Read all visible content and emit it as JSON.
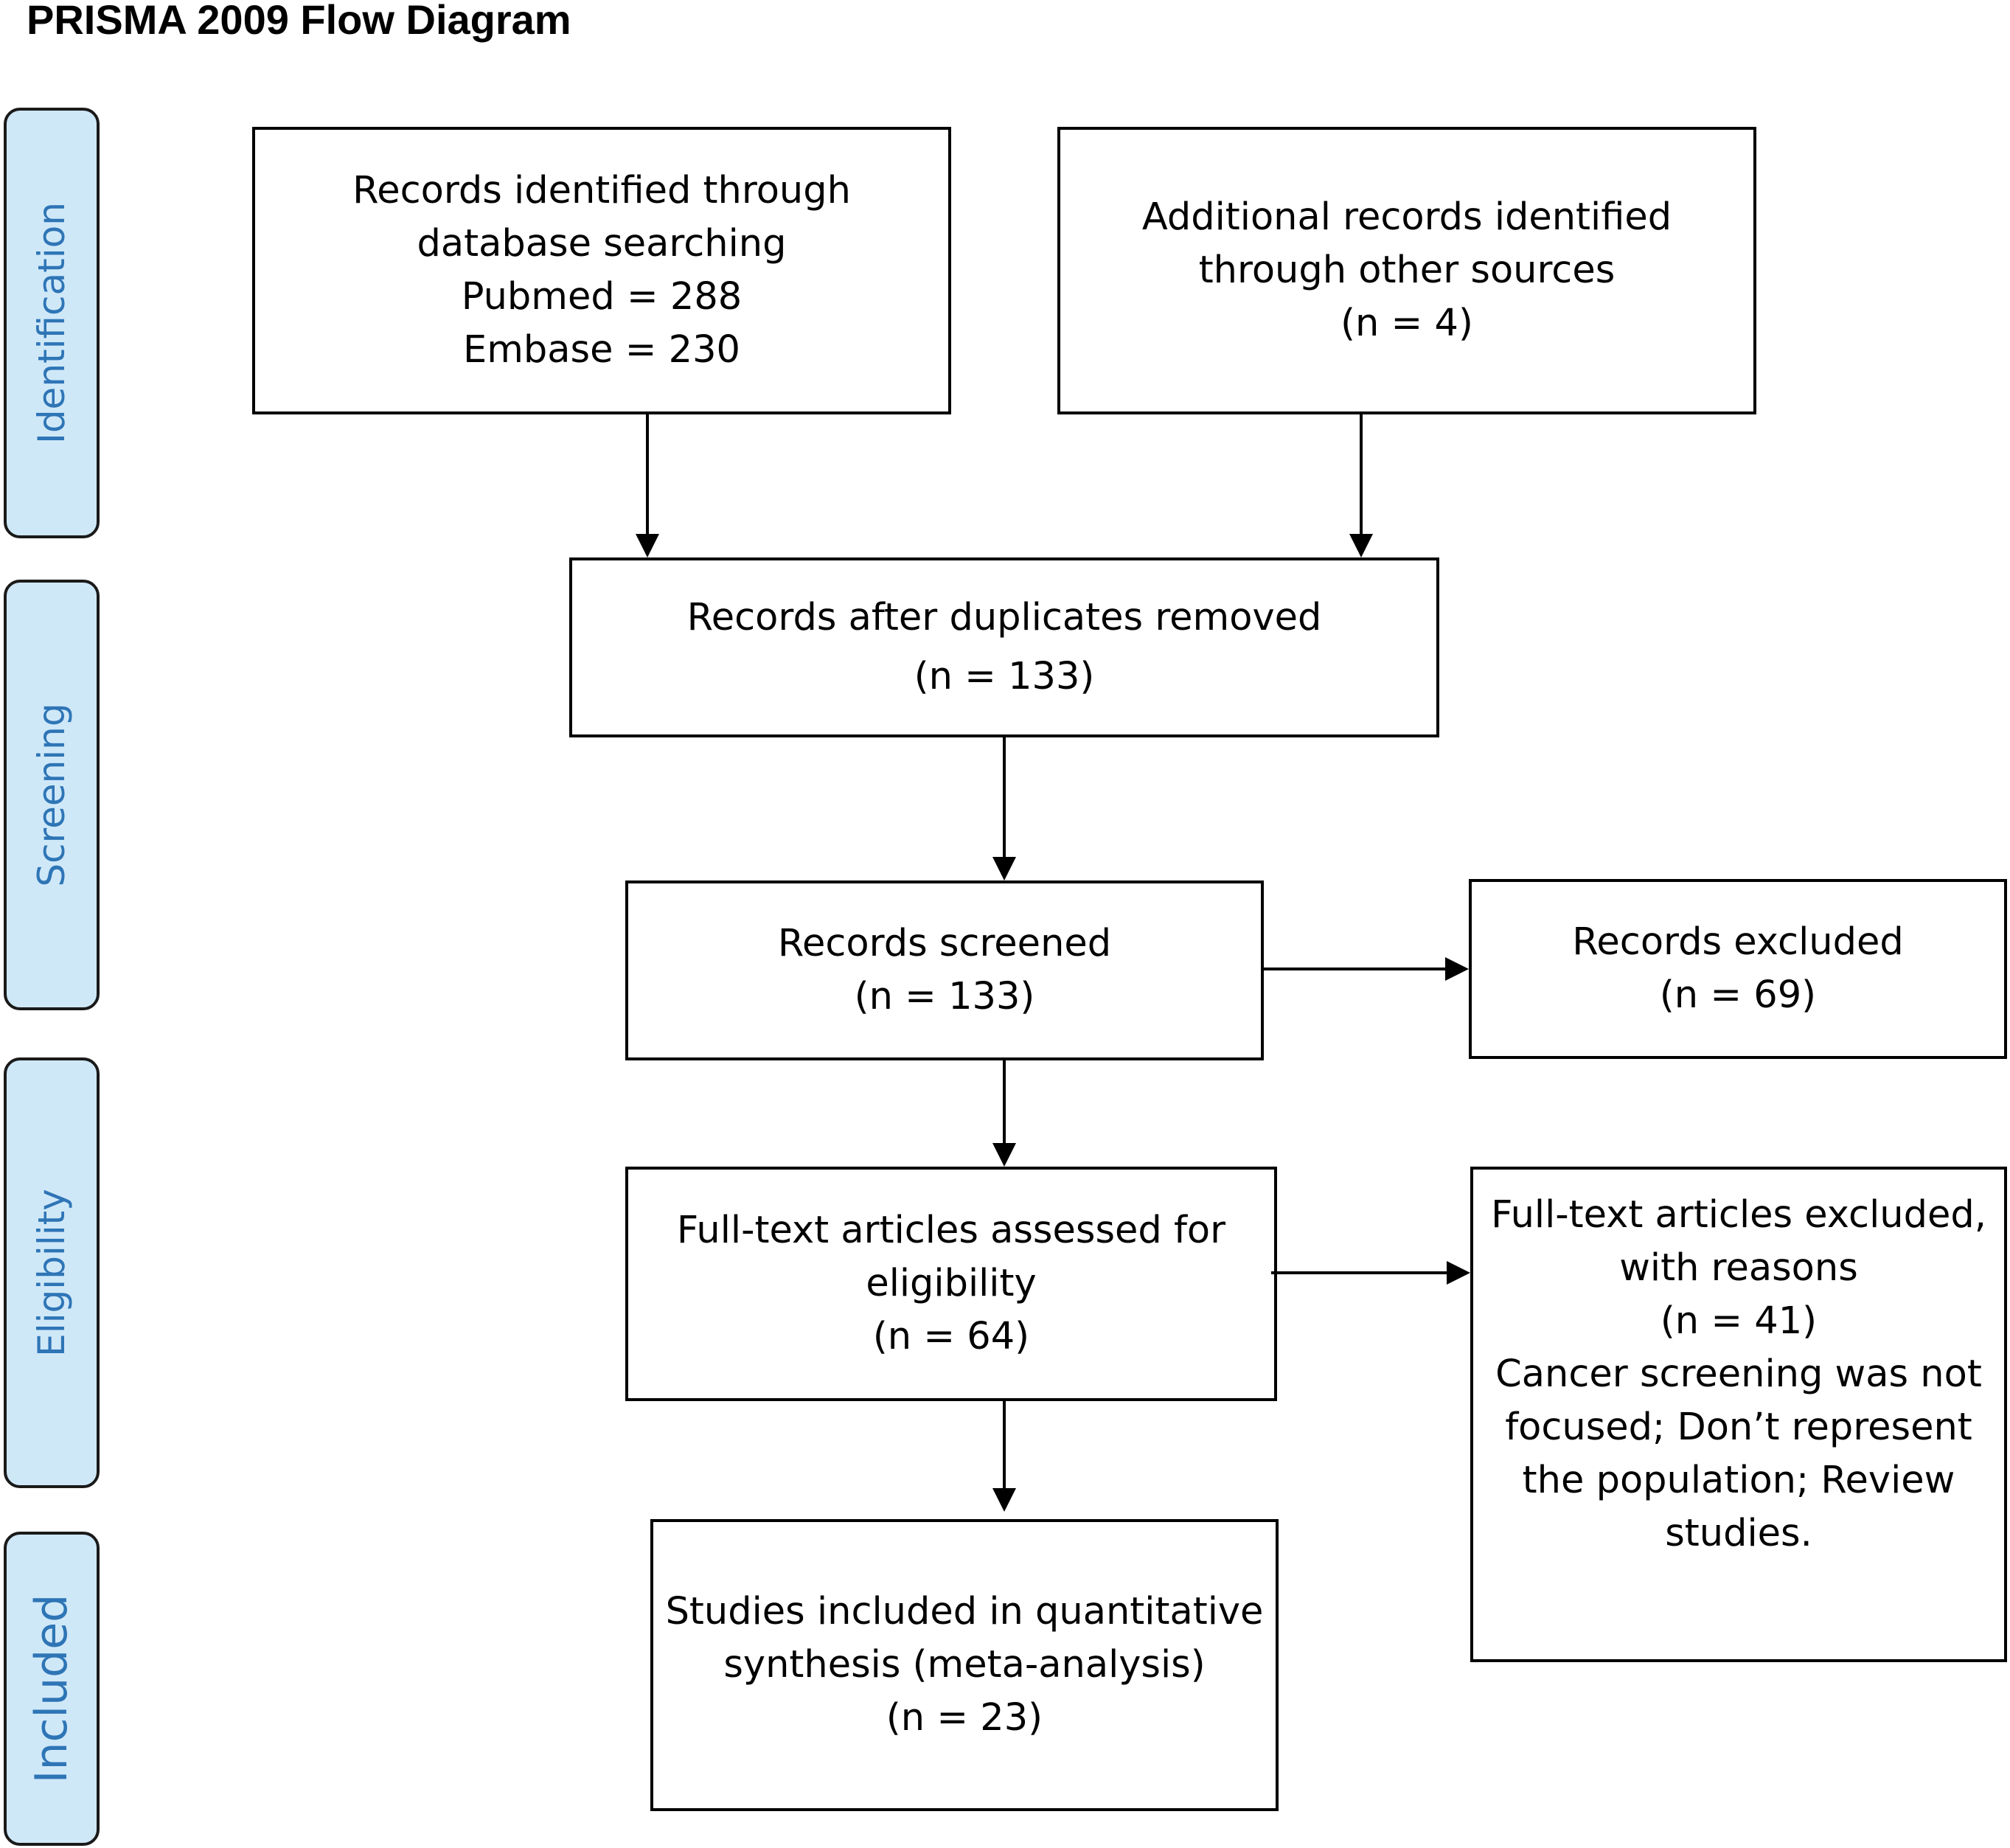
{
  "title": "PRISMA 2009 Flow Diagram",
  "phases": {
    "identification": "Identification",
    "screening": "Screening",
    "eligibility": "Eligibility",
    "included": "Included"
  },
  "boxes": {
    "database": [
      "Records identified through",
      "database searching",
      "Pubmed = 288",
      "Embase = 230"
    ],
    "other_sources": [
      "Additional records identified",
      "through other sources",
      "(n = 4)"
    ],
    "duplicates_removed": [
      "Records after duplicates removed",
      "(n = 133)"
    ],
    "screened": [
      "Records screened",
      "(n = 133)"
    ],
    "excluded": [
      "Records excluded",
      "(n = 69)"
    ],
    "fulltext_assessed": [
      "Full-text articles assessed for",
      "eligibility",
      "(n = 64)"
    ],
    "fulltext_excluded": [
      "Full-text articles excluded,",
      "with reasons",
      "(n = 41)",
      "Cancer screening was not",
      "focused; Don’t represent",
      "the population; Review",
      "studies."
    ],
    "included": [
      "Studies included in quantitative",
      "synthesis (meta-analysis)",
      "(n = 23)"
    ]
  }
}
